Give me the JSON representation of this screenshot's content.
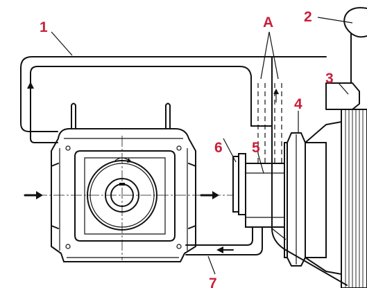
{
  "callouts": {
    "c1": "1",
    "c2": "2",
    "c3": "3",
    "c4": "4",
    "c5": "5",
    "c6": "6",
    "c7": "7",
    "cA": "A"
  },
  "colors": {
    "callout": "#c8203a",
    "line": "#111111",
    "background": "#ffffff"
  }
}
